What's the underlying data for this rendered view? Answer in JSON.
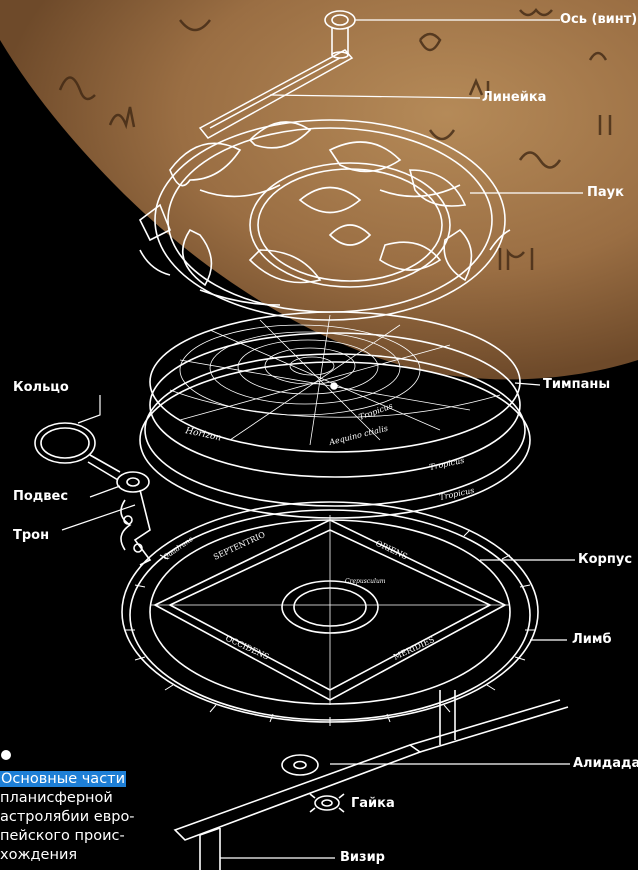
{
  "labels": {
    "axis": "Ось (винт)",
    "ruler": "Линейка",
    "spider": "Паук",
    "ring": "Кольцо",
    "tympans": "Тимпаны",
    "hanger": "Подвес",
    "throne": "Трон",
    "body": "Корпус",
    "limb": "Лимб",
    "alidade": "Алидада",
    "nut": "Гайка",
    "sight": "Визир"
  },
  "caption": {
    "highlight": "Основные части",
    "line1": "планисферной",
    "line2": "астролябии евро-",
    "line3": "пейского проис-",
    "line4": "хождения"
  },
  "engraving": {
    "horizon": "Horizon",
    "aequino": "Aequino  ctialis",
    "tropicus1": "Tropicus",
    "tropicus2": "Tropicus",
    "tropicus3": "Tropicus",
    "septentrio": "SEPTENTRIO",
    "oriens": "ORIENS",
    "occidens": "OCCIDENS",
    "meridies": "MERIDIES",
    "quadrans": "Quadrans",
    "crepusculum": "Crepusculum"
  },
  "colors": {
    "background": "#000000",
    "line": "#ffffff",
    "parchment": "#a57b4e",
    "caption_highlight": "#1e7fd6"
  }
}
